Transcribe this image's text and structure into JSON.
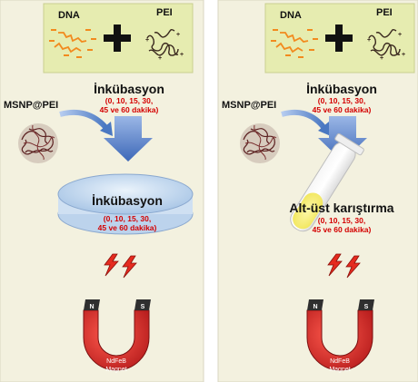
{
  "panels": [
    {
      "reagents": {
        "dna": "DNA",
        "pei": "PEI"
      },
      "nanoparticle": "MSNP@PEI",
      "step1": {
        "title": "İnkübasyon",
        "detail": [
          "(0, 10, 15, 30,",
          "45 ve 60 dakika)"
        ]
      },
      "step2": {
        "title": "İnkübasyon",
        "detail": [
          "(0, 10, 15, 30,",
          "45 ve 60 dakika)"
        ]
      },
      "magnet": {
        "pole_n": "N",
        "pole_s": "S",
        "label": [
          "NdFeB",
          "Magnet"
        ]
      }
    },
    {
      "reagents": {
        "dna": "DNA",
        "pei": "PEI"
      },
      "nanoparticle": "MSNP@PEI",
      "step1": {
        "title": "İnkübasyon",
        "detail": [
          "(0, 10, 15, 30,",
          "45 ve 60 dakika)"
        ]
      },
      "step2": {
        "title": "Alt-üst karıştırma",
        "detail": [
          "(0, 10, 15, 30,",
          "45 ve 60 dakika)"
        ]
      },
      "magnet": {
        "pole_n": "N",
        "pole_s": "S",
        "label": [
          "NdFeB",
          "Magnet"
        ]
      }
    }
  ],
  "colors": {
    "panel_bg": "#f3f1df",
    "reagent_box": "#e6ecb0",
    "dna_strand": "#f28a1e",
    "arrow": "#4a78c2",
    "lightning": "#e52b1f",
    "magnet_body": "#d42b2b",
    "magnet_pole": "#2f2f2f"
  }
}
